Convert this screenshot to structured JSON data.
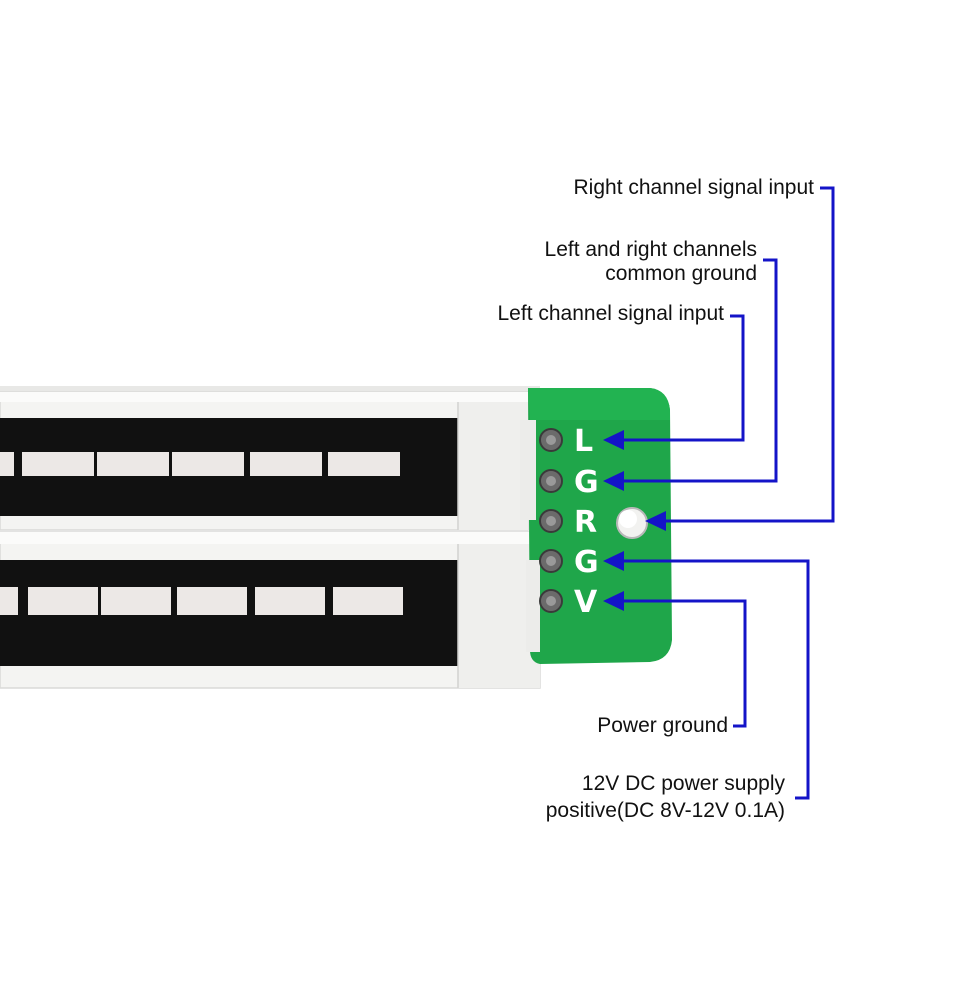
{
  "diagram": {
    "pin_labels": [
      "L",
      "G",
      "R",
      "G",
      "V"
    ],
    "annotations": {
      "right_channel": "Right channel signal input",
      "common_ground_line1": "Left and right channels",
      "common_ground_line2": "common ground",
      "left_channel": "Left channel signal input",
      "power_ground": "Power ground",
      "power_supply_line1": "12V DC power supply",
      "power_supply_line2": "positive(DC 8V-12V 0.1A)"
    },
    "colors": {
      "pcb": "#1fa64a",
      "arrow": "#1414c8",
      "meter_face": "#111111",
      "segment": "#ece8e6",
      "housing": "#f4f4f2"
    },
    "segments_per_bar": 6
  }
}
